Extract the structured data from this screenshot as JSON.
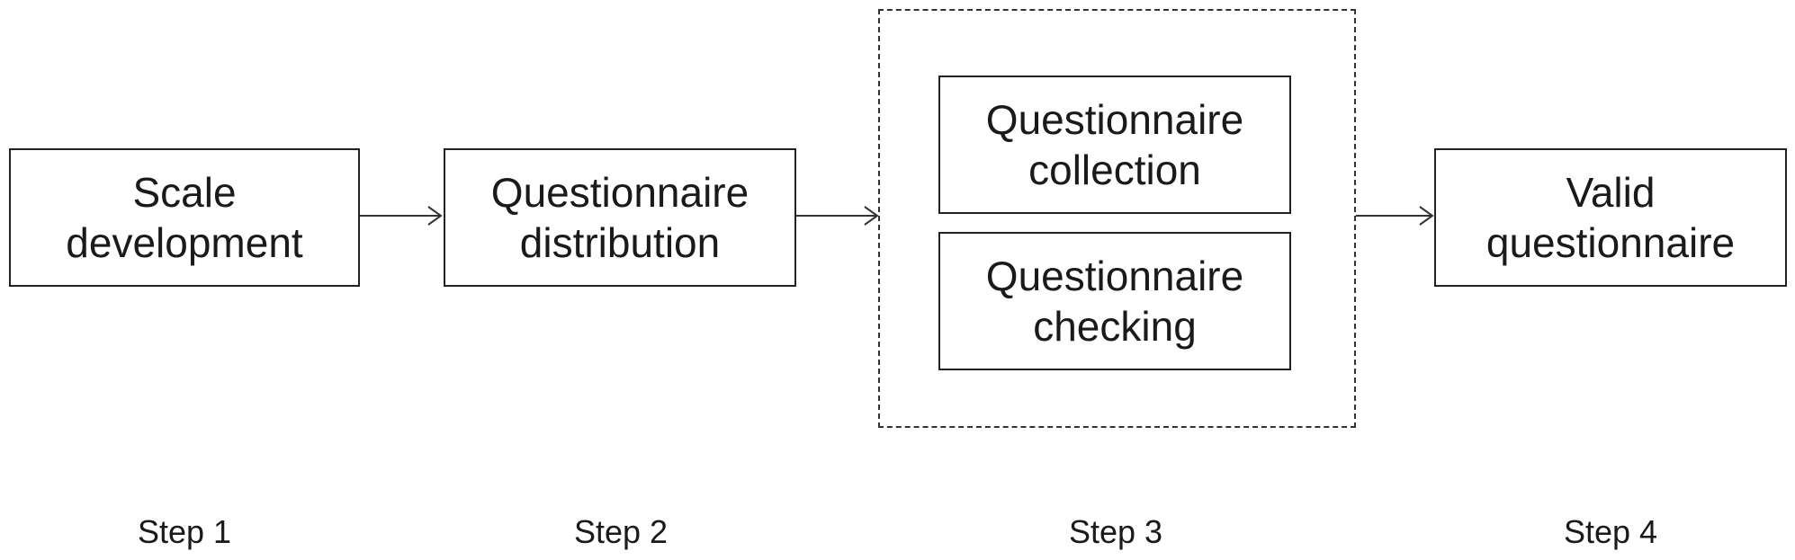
{
  "steps": [
    {
      "label": "Step 1",
      "boxes": [
        {
          "lines": [
            "Scale",
            "development"
          ]
        }
      ]
    },
    {
      "label": "Step 2",
      "boxes": [
        {
          "lines": [
            "Questionnaire",
            "distribution"
          ]
        }
      ]
    },
    {
      "label": "Step 3",
      "boxes": [
        {
          "lines": [
            "Questionnaire",
            "collection"
          ]
        },
        {
          "lines": [
            "Questionnaire",
            "checking"
          ]
        }
      ]
    },
    {
      "label": "Step 4",
      "boxes": [
        {
          "lines": [
            "Valid",
            "questionnaire"
          ]
        }
      ]
    }
  ],
  "colors": {
    "stroke": "#222222",
    "text": "#1a1a1a",
    "background": "#ffffff"
  }
}
